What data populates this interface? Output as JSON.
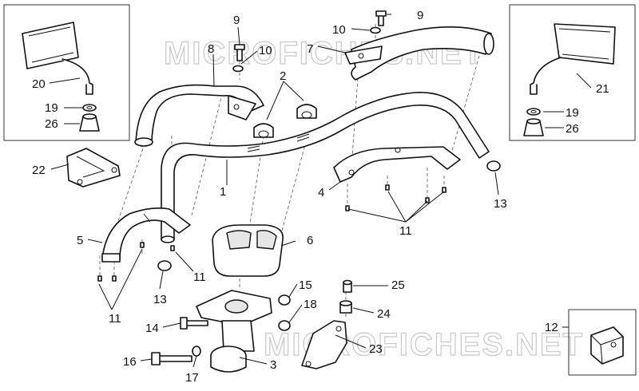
{
  "watermarks": [
    "MICROFICHES.NET",
    "MICROFICHES.NET"
  ],
  "callouts": {
    "p1": "1",
    "p2": "2",
    "p3": "3",
    "p4": "4",
    "p5": "5",
    "p6": "6",
    "p7": "7",
    "p8": "8",
    "p9a": "9",
    "p9b": "9",
    "p10a": "10",
    "p10b": "10",
    "p11a": "11",
    "p11b": "11",
    "p11c": "11",
    "p12": "12",
    "p13a": "13",
    "p13b": "13",
    "p14": "14",
    "p15": "15",
    "p16": "16",
    "p17": "17",
    "p18": "18",
    "p19a": "19",
    "p19b": "19",
    "p20": "20",
    "p21": "21",
    "p22": "22",
    "p23": "23",
    "p24": "24",
    "p25": "25",
    "p26a": "26",
    "p26b": "26"
  }
}
